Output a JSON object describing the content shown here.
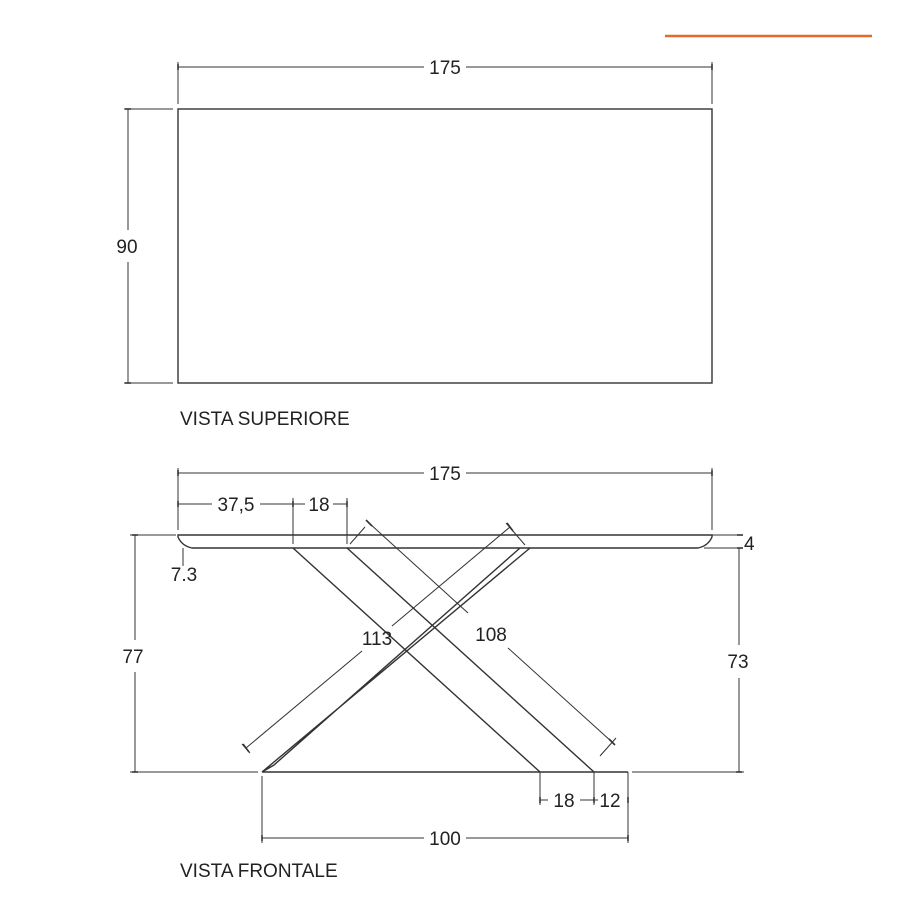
{
  "accent_color": "#e36a2e",
  "top_view": {
    "title": "VISTA SUPERIORE",
    "width": "175",
    "depth": "90"
  },
  "front_view": {
    "title": "VISTA FRONTALE",
    "overall_width": "175",
    "leg_offset": "37,5",
    "leg_width_top": "18",
    "top_thickness": "4",
    "edge_bevel": "7.3",
    "overall_height": "77",
    "leg_height": "73",
    "leg_length_a": "113",
    "leg_length_b": "108",
    "foot_width": "18",
    "foot_gap": "12",
    "base_width": "100"
  }
}
